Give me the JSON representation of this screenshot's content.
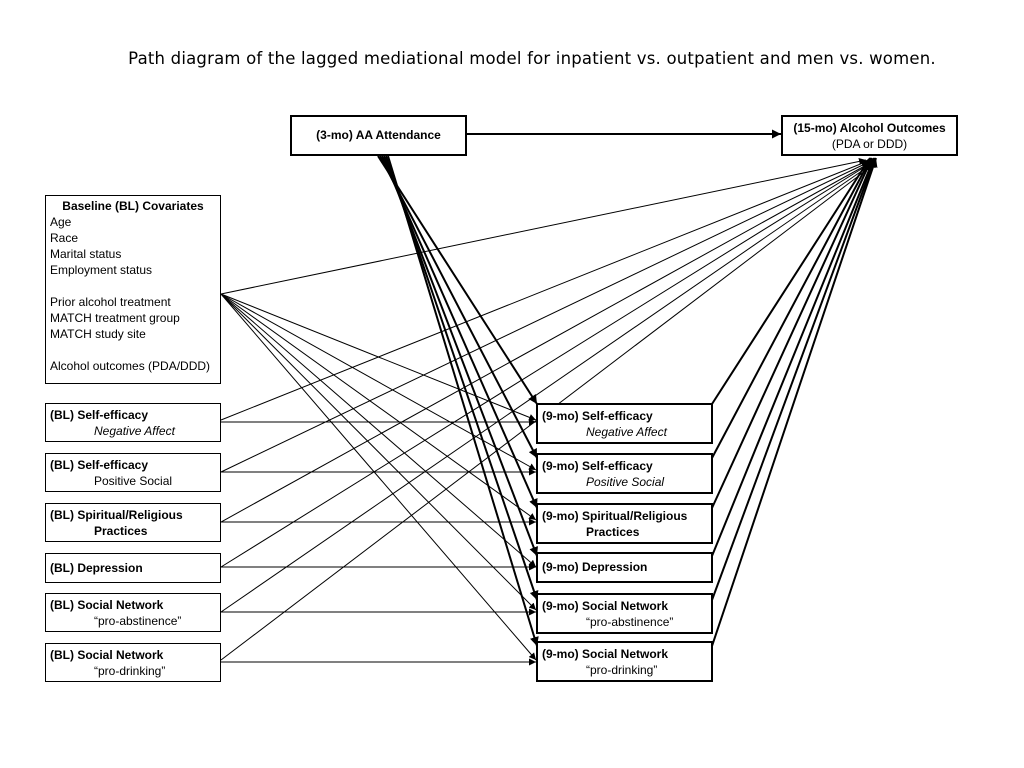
{
  "title": "Path diagram of the lagged mediational model for inpatient vs. outpatient and men vs. women.",
  "aa": {
    "label": "(3-mo) AA Attendance"
  },
  "outcome": {
    "label": "(15-mo) Alcohol Outcomes",
    "sub": "(PDA or DDD)"
  },
  "covariates": {
    "title": "Baseline (BL) Covariates",
    "group1": [
      "Age",
      "Race",
      "Marital status",
      "Employment status"
    ],
    "group2": [
      "Prior alcohol treatment",
      "MATCH treatment group",
      "MATCH study site"
    ],
    "group3": [
      "Alcohol outcomes (PDA/DDD)"
    ]
  },
  "baseline": [
    {
      "main": "(BL) Self-efficacy",
      "sub": "Negative Affect"
    },
    {
      "main": "(BL) Self-efficacy",
      "sub": "Positive Social"
    },
    {
      "main": "(BL) Spiritual/Religious",
      "sub": "Practices"
    },
    {
      "main": "(BL) Depression",
      "sub": ""
    },
    {
      "main": "(BL) Social Network",
      "sub": "“pro-abstinence”"
    },
    {
      "main": "(BL) Social Network",
      "sub": "“pro-drinking”"
    }
  ],
  "mediators": [
    {
      "main": "(9-mo) Self-efficacy",
      "sub": "Negative Affect"
    },
    {
      "main": "(9-mo) Self-efficacy",
      "sub": "Positive Social"
    },
    {
      "main": "(9-mo) Spiritual/Religious",
      "sub": "Practices"
    },
    {
      "main": "(9-mo) Depression",
      "sub": ""
    },
    {
      "main": "(9-mo) Social Network",
      "sub": "“pro-abstinence”"
    },
    {
      "main": "(9-mo) Social Network",
      "sub": "“pro-drinking”"
    }
  ]
}
